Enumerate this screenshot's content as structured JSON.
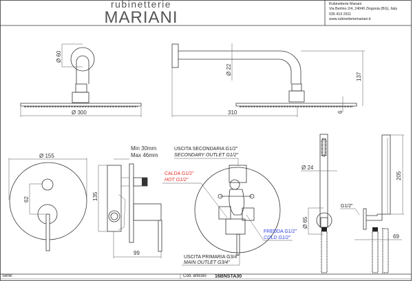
{
  "header": {
    "logo_top": "rubinetterie",
    "logo_main": "MARIANI",
    "company": "Rubinetterie Mariani",
    "address": "Via Berlino 2/4, 24040 Zingonia (BG), Italy",
    "phone": "035 419 2911",
    "website": "www.rubinetteriemariani.it"
  },
  "dimensions": {
    "wall_flange_diameter": "Ø 60",
    "shower_head_diameter": "Ø 300",
    "arm_diameter": "Ø 22",
    "arm_height": "137",
    "arm_length": "310",
    "head_thickness": "6",
    "plate_diameter": "Ø 155",
    "knob_spacing": "62",
    "body_height": "135",
    "body_depth": "99",
    "wall_min": "Min 30mm",
    "wall_max": "Max 46mm",
    "hand_shower_diameter": "Ø 24",
    "holder_diameter": "Ø 65",
    "hand_shower_length": "205",
    "holder_depth": "69",
    "holder_thread": "G1/2\""
  },
  "connections": {
    "secondary_it": "USCITA SECONDARIA G1/2\"",
    "secondary_en": "SECONDARY OUTLET G1/2\"",
    "hot_it": "CALDA G1/2\"",
    "hot_en": "HOT G1/2\"",
    "cold_it": "FREDDA G1/2\"",
    "cold_en": "COLD G1/2\"",
    "main_it": "USCITA PRIMARIA G3/4\"",
    "main_en": "MAIN OUTLET G3/4\""
  },
  "footer": {
    "series_label": "Serie:",
    "code_label": "Cod. articolo",
    "code_value": "16BNSTA30"
  },
  "colors": {
    "hot": "#e8302a",
    "cold": "#2b3fe0",
    "line": "#333333"
  }
}
